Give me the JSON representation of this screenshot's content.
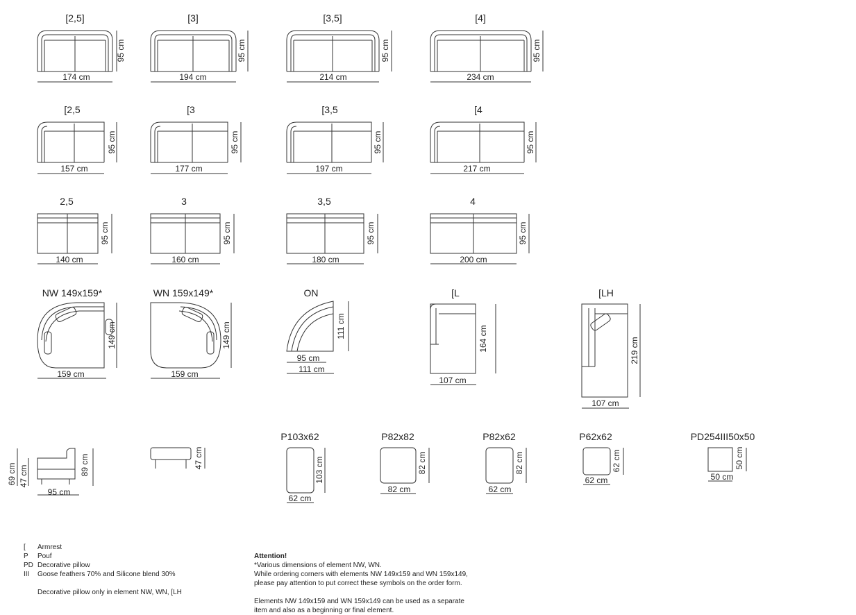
{
  "modules": {
    "r1": [
      {
        "label": "[2,5]",
        "width": "174 cm",
        "height": "95 cm"
      },
      {
        "label": "[3]",
        "width": "194 cm",
        "height": "95 cm"
      },
      {
        "label": "[3,5]",
        "width": "214 cm",
        "height": "95 cm"
      },
      {
        "label": "[4]",
        "width": "234 cm",
        "height": "95 cm"
      }
    ],
    "r2": [
      {
        "label": "[2,5",
        "width": "157 cm",
        "height": "95 cm"
      },
      {
        "label": "[3",
        "width": "177 cm",
        "height": "95 cm"
      },
      {
        "label": "[3,5",
        "width": "197 cm",
        "height": "95 cm"
      },
      {
        "label": "[4",
        "width": "217 cm",
        "height": "95 cm"
      }
    ],
    "r3": [
      {
        "label": "2,5",
        "width": "140 cm",
        "height": "95 cm"
      },
      {
        "label": "3",
        "width": "160 cm",
        "height": "95 cm"
      },
      {
        "label": "3,5",
        "width": "180 cm",
        "height": "95 cm"
      },
      {
        "label": "4",
        "width": "200 cm",
        "height": "95 cm"
      }
    ],
    "corners": [
      {
        "label": "NW 149x159*",
        "width": "159 cm",
        "height": "149 cm"
      },
      {
        "label": "WN 159x149*",
        "width": "159 cm",
        "height": "149 cm"
      },
      {
        "label": "ON",
        "width_inner": "95 cm",
        "width_outer": "111 cm",
        "height": "111 cm"
      },
      {
        "label": "[L",
        "width": "107 cm",
        "height": "164 cm"
      },
      {
        "label": "[LH",
        "width": "107 cm",
        "height": "219 cm"
      }
    ],
    "side": {
      "h_total": "69 cm",
      "h_seat": "47 cm",
      "h_back": "89 cm",
      "depth": "95 cm"
    },
    "pouf_side": {
      "height": "47 cm"
    },
    "poufs": [
      {
        "label": "P103x62",
        "width": "62 cm",
        "height": "103 cm"
      },
      {
        "label": "P82x82",
        "width": "82 cm",
        "height": "82 cm"
      },
      {
        "label": "P82x62",
        "width": "62 cm",
        "height": "82 cm"
      },
      {
        "label": "P62x62",
        "width": "62 cm",
        "height": "62 cm"
      },
      {
        "label": "PD254III50x50",
        "width": "50 cm",
        "height": "50 cm"
      }
    ]
  },
  "legend": [
    {
      "sym": "[",
      "text": "Armrest"
    },
    {
      "sym": "P",
      "text": "Pouf"
    },
    {
      "sym": "PD",
      "text": "Decorative pillow"
    },
    {
      "sym": "III",
      "text": "Goose feathers 70% and Silicone blend 30%"
    }
  ],
  "legend_note": "Decorative pillow only in element NW, WN, [LH",
  "attention": {
    "title": "Attention!",
    "l1": "*Various dimensions of element NW, WN.",
    "l2": "While ordering corners with elements NW 149x159 and WN 159x149,",
    "l3": "please pay attention to put correct these symbols on the order form.",
    "l4": "Elements NW 149x159 and WN 159x149 can be used as a separate",
    "l5": "item and also as a beginning or final element."
  }
}
